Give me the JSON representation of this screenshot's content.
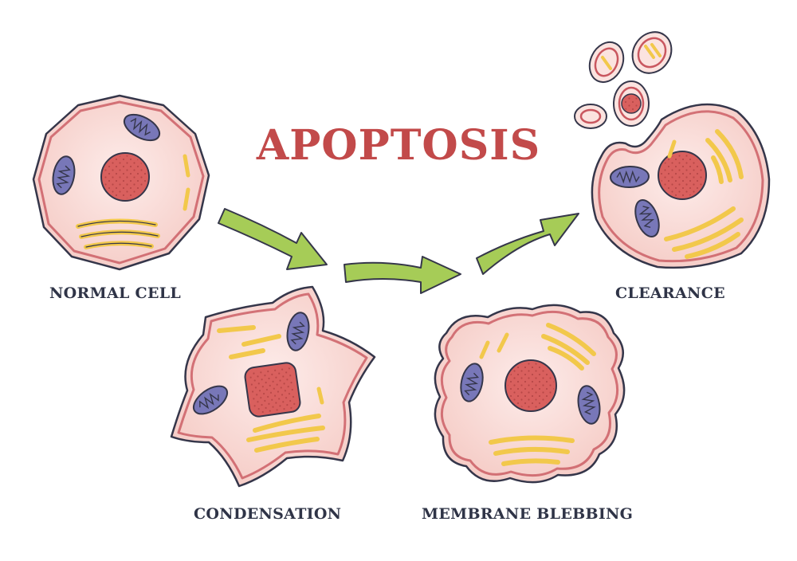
{
  "diagram": {
    "title": "APOPTOSIS",
    "stages": [
      {
        "id": "normal",
        "label": "NORMAL CELL"
      },
      {
        "id": "condensation",
        "label": "CONDENSATION"
      },
      {
        "id": "blebbing",
        "label": "MEMBRANE BLEBBING"
      },
      {
        "id": "clearance",
        "label": "CLEARANCE"
      }
    ],
    "stock_id": "902518087"
  },
  "colors": {
    "title": "#c24a4a",
    "label": "#2f3447",
    "cell_fill": "#f6cfc9",
    "cell_inner": "#fbe3df",
    "cell_stroke": "#c9575f",
    "outline": "#35364a",
    "nucleus": "#d9605e",
    "nucleus_dot": "#a93d3d",
    "mito": "#7877b8",
    "golgi": "#f2c84b",
    "arrow": "#a6cc57"
  }
}
